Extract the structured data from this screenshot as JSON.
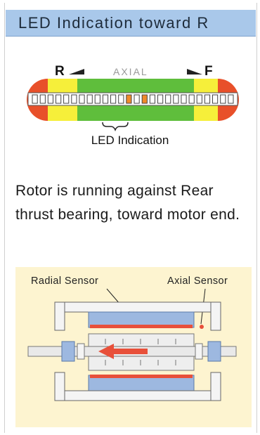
{
  "header": {
    "title": "LED Indication toward R"
  },
  "indicator": {
    "rear_letter": "R",
    "front_letter": "F",
    "axis_label": "AXIAL",
    "led_label": "LED Indication"
  },
  "description": {
    "text": "Rotor is running against Rear thrust bearing, toward motor end."
  },
  "diagram": {
    "radial_label": "Radial Sensor",
    "axial_label": "Axial Sensor"
  },
  "colors": {
    "header_bg": "#a9c8ea",
    "led_red": "#e8502a",
    "led_yellow": "#f6ef3a",
    "led_green": "#5fbe3c",
    "led_orange": "#f08a2a",
    "diagram_bg": "#fdf4d0",
    "stator_blue": "#9db8e0",
    "sensor_red": "#e8503a"
  }
}
